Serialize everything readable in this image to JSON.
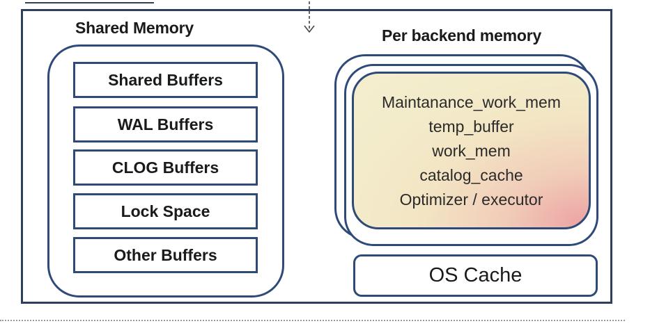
{
  "shared_memory": {
    "title": "Shared Memory",
    "buffers": [
      "Shared Buffers",
      "WAL Buffers",
      "CLOG Buffers",
      "Lock Space",
      "Other Buffers"
    ]
  },
  "per_backend_memory": {
    "title": "Per backend memory",
    "items": [
      "Maintanance_work_mem",
      "temp_buffer",
      "work_mem",
      "catalog_cache",
      "Optimizer / executor"
    ]
  },
  "os_cache": {
    "label": "OS Cache"
  },
  "colors": {
    "frame": "#2e3f5e",
    "box_border": "#2e4a78",
    "backend_fill_top": "#f4eecf",
    "backend_fill_corner": "#eda3a3"
  },
  "icons": {
    "top_arrow": "dashed-down-arrow-icon"
  }
}
